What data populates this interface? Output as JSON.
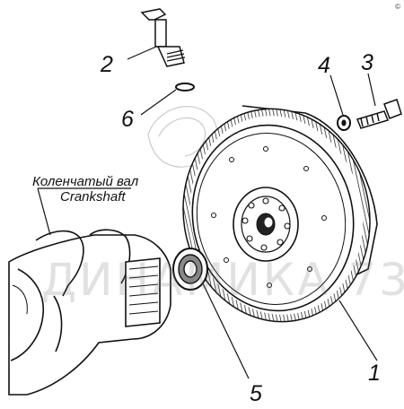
{
  "diagram": {
    "callouts": [
      "1",
      "2",
      "3",
      "4",
      "5",
      "6"
    ],
    "caption": {
      "ru": "Коленчатый вал",
      "en": "Crankshaft"
    },
    "watermark": "ДИНАМИКА 73",
    "corner_mark": "©"
  },
  "colors": {
    "ink": "#111111",
    "watermark": "#787878",
    "background": "#ffffff"
  }
}
